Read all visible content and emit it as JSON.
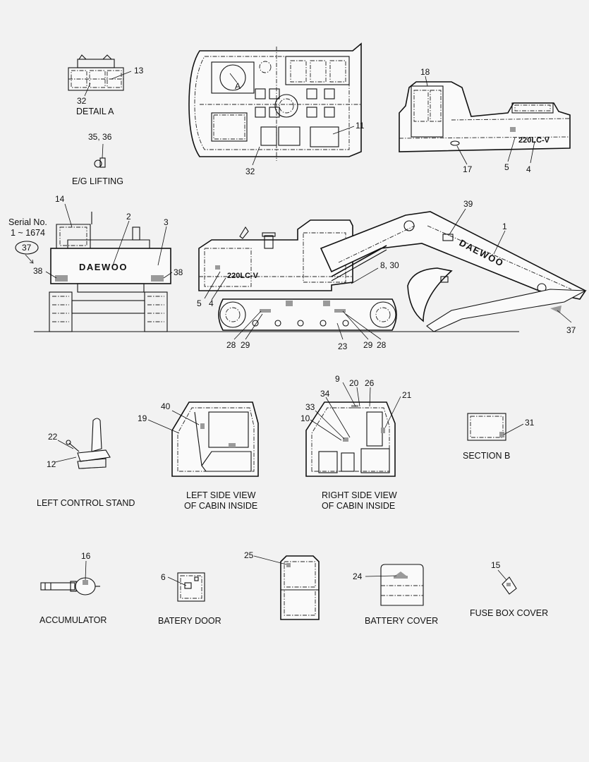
{
  "title": "Decal / label locations — excavator",
  "callouts": {
    "c1": "1",
    "c2": "2",
    "c3": "3",
    "c4a": "4",
    "c4b": "4",
    "c5a": "5",
    "c5b": "5",
    "c6": "6",
    "c8_30": "8, 30",
    "c9": "9",
    "c10": "10",
    "c11": "11",
    "c12": "12",
    "c13": "13",
    "c14": "14",
    "c15": "15",
    "c16": "16",
    "c17": "17",
    "c18": "18",
    "c19": "19",
    "c20": "20",
    "c21": "21",
    "c22": "22",
    "c23": "23",
    "c24": "24",
    "c25": "25",
    "c26": "26",
    "c28a": "28",
    "c28b": "28",
    "c29a": "29",
    "c29b": "29",
    "c31": "31",
    "c32a": "32",
    "c32b": "32",
    "c33": "33",
    "c34": "34",
    "c35_36": "35, 36",
    "c37": "37",
    "c37b": "37",
    "c38a": "38",
    "c38b": "38",
    "c39": "39",
    "c40": "40"
  },
  "captions": {
    "detail_a": "DETAIL  A",
    "eg_lifting": "E/G LIFTING",
    "serial_line1": "Serial No.",
    "serial_line2": "1 ~ 1674",
    "left_control_stand": "LEFT CONTROL STAND",
    "left_side_view_1": "LEFT SIDE VIEW",
    "left_side_view_2": "OF CABIN INSIDE",
    "right_side_view_1": "RIGHT SIDE VIEW",
    "right_side_view_2": "OF CABIN INSIDE",
    "section_b": "SECTION  B",
    "accumulator": "ACCUMULATOR",
    "battery_door": "BATERY DOOR",
    "battery_cover": "BATTERY COVER",
    "fuse_box_cover": "FUSE BOX COVER"
  },
  "markings": {
    "brand_rear": "DAEWOO",
    "brand_boom": "DAEWOO",
    "model_side": "220LC-V",
    "model_rear": "220LC-V",
    "view_a": "A"
  }
}
